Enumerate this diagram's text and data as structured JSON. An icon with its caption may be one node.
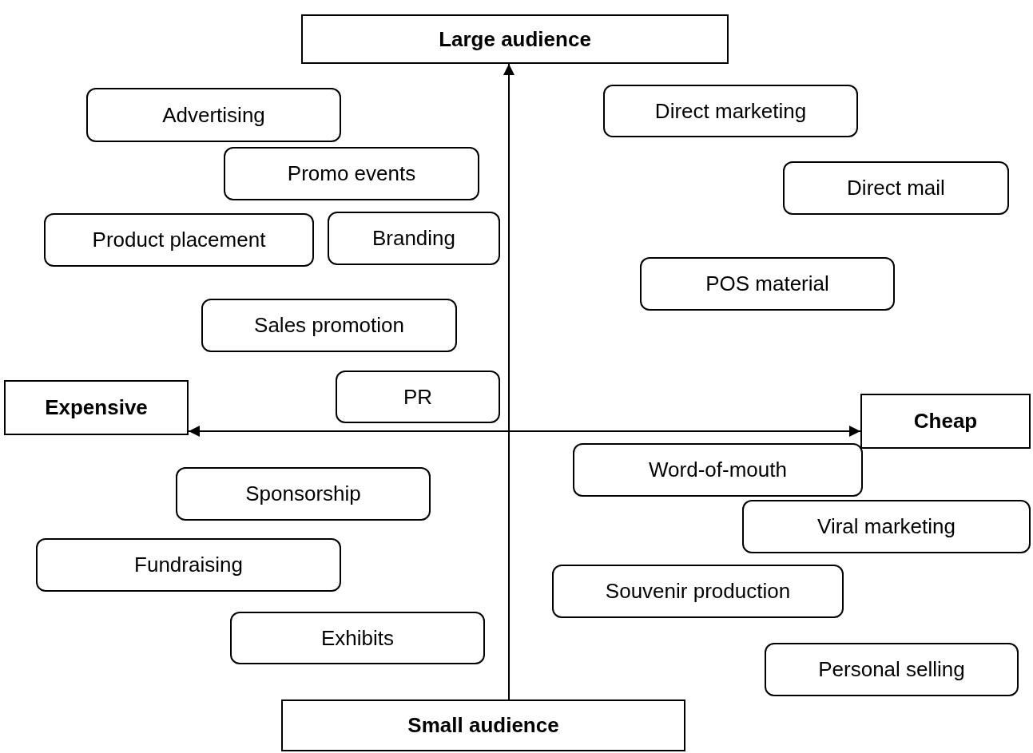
{
  "diagram": {
    "nodes": [
      {
        "text": [
          "Large audience"
        ]
      },
      {
        "text": [
          "Advertising"
        ]
      },
      {
        "text": [
          "Direct marketing"
        ]
      },
      {
        "text": [
          "Promo events"
        ]
      },
      {
        "text": [
          "Direct mail"
        ]
      },
      {
        "text": [
          "Product placement"
        ]
      },
      {
        "text": [
          "Branding"
        ]
      },
      {
        "text": [
          "POS material"
        ]
      },
      {
        "text": [
          "Sales promotion"
        ]
      },
      {
        "text": [
          "Expensive"
        ]
      },
      {
        "text": [
          "PR"
        ]
      },
      {
        "text": [
          "Cheap"
        ]
      },
      {
        "text": [
          "Word-of-mouth"
        ]
      },
      {
        "text": [
          "Sponsorship"
        ]
      },
      {
        "text": [
          "Viral marketing"
        ]
      },
      {
        "text": [
          "Fundraising"
        ]
      },
      {
        "text": [
          "Souvenir production"
        ]
      },
      {
        "text": [
          "Exhibits"
        ]
      },
      {
        "text": [
          "Personal selling"
        ]
      },
      {
        "text": [
          "Small audience"
        ]
      }
    ],
    "edges": [
      {
        "from": 19,
        "to": 0,
        "arrow": "to"
      },
      {
        "from": 9,
        "to": 11,
        "arrow": "both"
      }
    ]
  }
}
